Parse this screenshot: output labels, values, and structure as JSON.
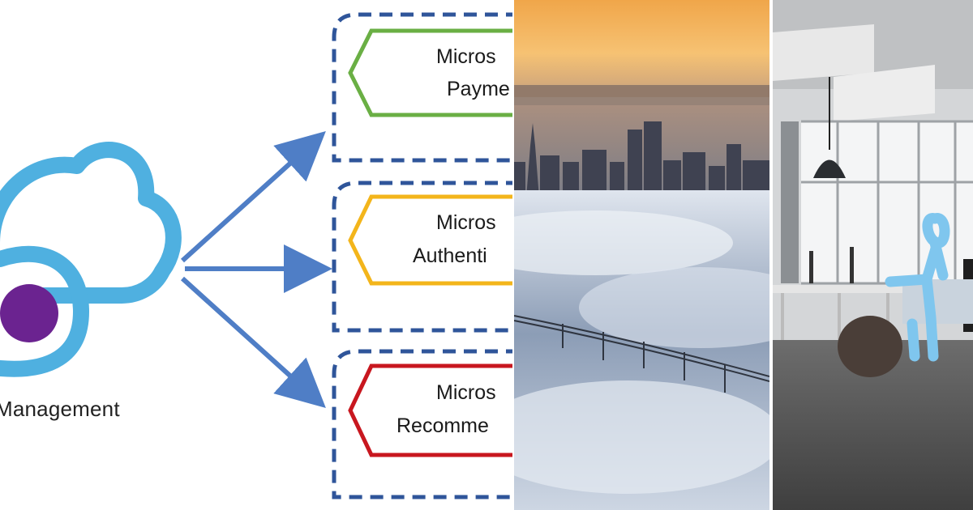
{
  "diagram": {
    "hub_label": "Management",
    "services": [
      {
        "line1": "Micros",
        "line2": "Payme",
        "color": "#6aaf44"
      },
      {
        "line1": "Micros",
        "line2": "Authenti",
        "color": "#f3b51b"
      },
      {
        "line1": "Micros",
        "line2": "Recomme",
        "color": "#c8171f"
      }
    ],
    "colors": {
      "cloud": "#4fb0e0",
      "hub_dot": "#6b2390",
      "arrow": "#4f7ec6",
      "dashed_box": "#2f559a"
    }
  },
  "photos": {
    "city": {
      "subject": "city-skyline-above-fog"
    },
    "office": {
      "subject": "office-interior-with-stick-figure-drawing"
    }
  }
}
